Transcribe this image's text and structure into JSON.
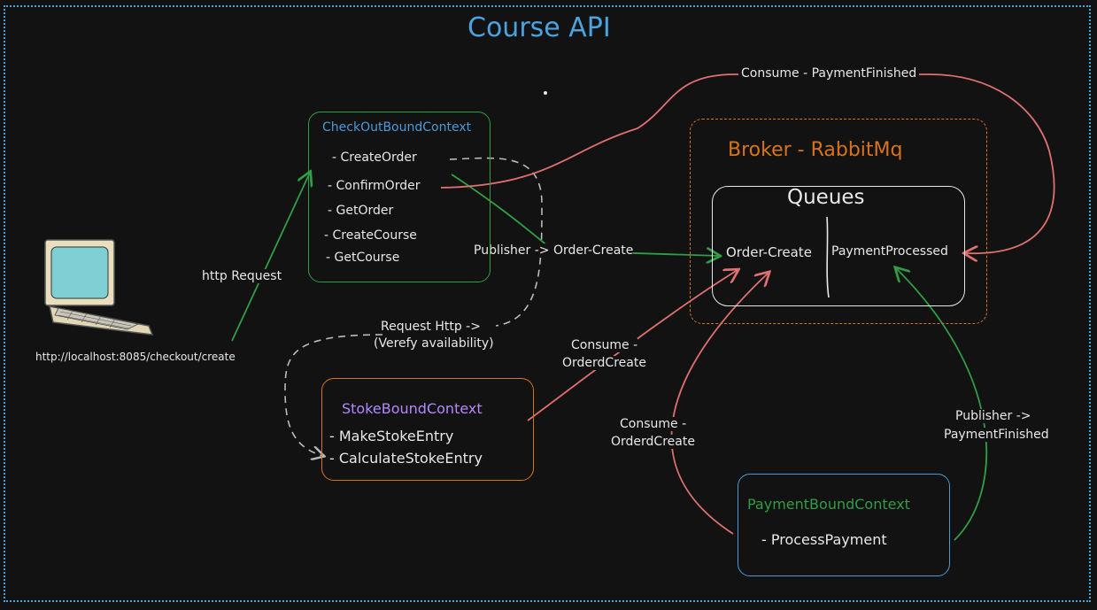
{
  "title": "Course API",
  "client": {
    "url": "http://localhost:8085/checkout/create"
  },
  "edges": {
    "http_request": "http Request",
    "publisher_order_create": "Publisher -> Order-Create",
    "request_http": "Request Http ->",
    "verify_availability": "(Verefy availability)",
    "consume_ordered_create_1a": "Consume -",
    "consume_ordered_create_1b": "OrderdCreate",
    "consume_ordered_create_2a": "Consume -",
    "consume_ordered_create_2b": "OrderdCreate",
    "publisher_payment_finished_a": "Publisher ->",
    "publisher_payment_finished_b": "PaymentFinished",
    "consume_payment_finished": "Consume - PaymentFinished"
  },
  "checkout": {
    "title": "CheckOutBoundContext",
    "items": [
      "- CreateOrder",
      "- ConfirmOrder",
      "- GetOrder",
      "- CreateCourse",
      "- GetCourse"
    ]
  },
  "stoke": {
    "title": "StokeBoundContext",
    "items": [
      "- MakeStokeEntry",
      "- CalculateStokeEntry"
    ]
  },
  "payment": {
    "title": "PaymentBoundContext",
    "items": [
      "- ProcessPayment"
    ]
  },
  "broker": {
    "title": "Broker - RabbitMq",
    "queues_title": "Queues",
    "queues": [
      "Order-Create",
      "PaymentProcessed"
    ]
  },
  "colors": {
    "background": "#121212",
    "frame": "#4aa3df",
    "green": "#2f9e44",
    "red": "#e07070",
    "orange": "#d9731a",
    "blue": "#4a9ad9",
    "purple": "#b388ff",
    "gray": "#bbbbbb"
  }
}
